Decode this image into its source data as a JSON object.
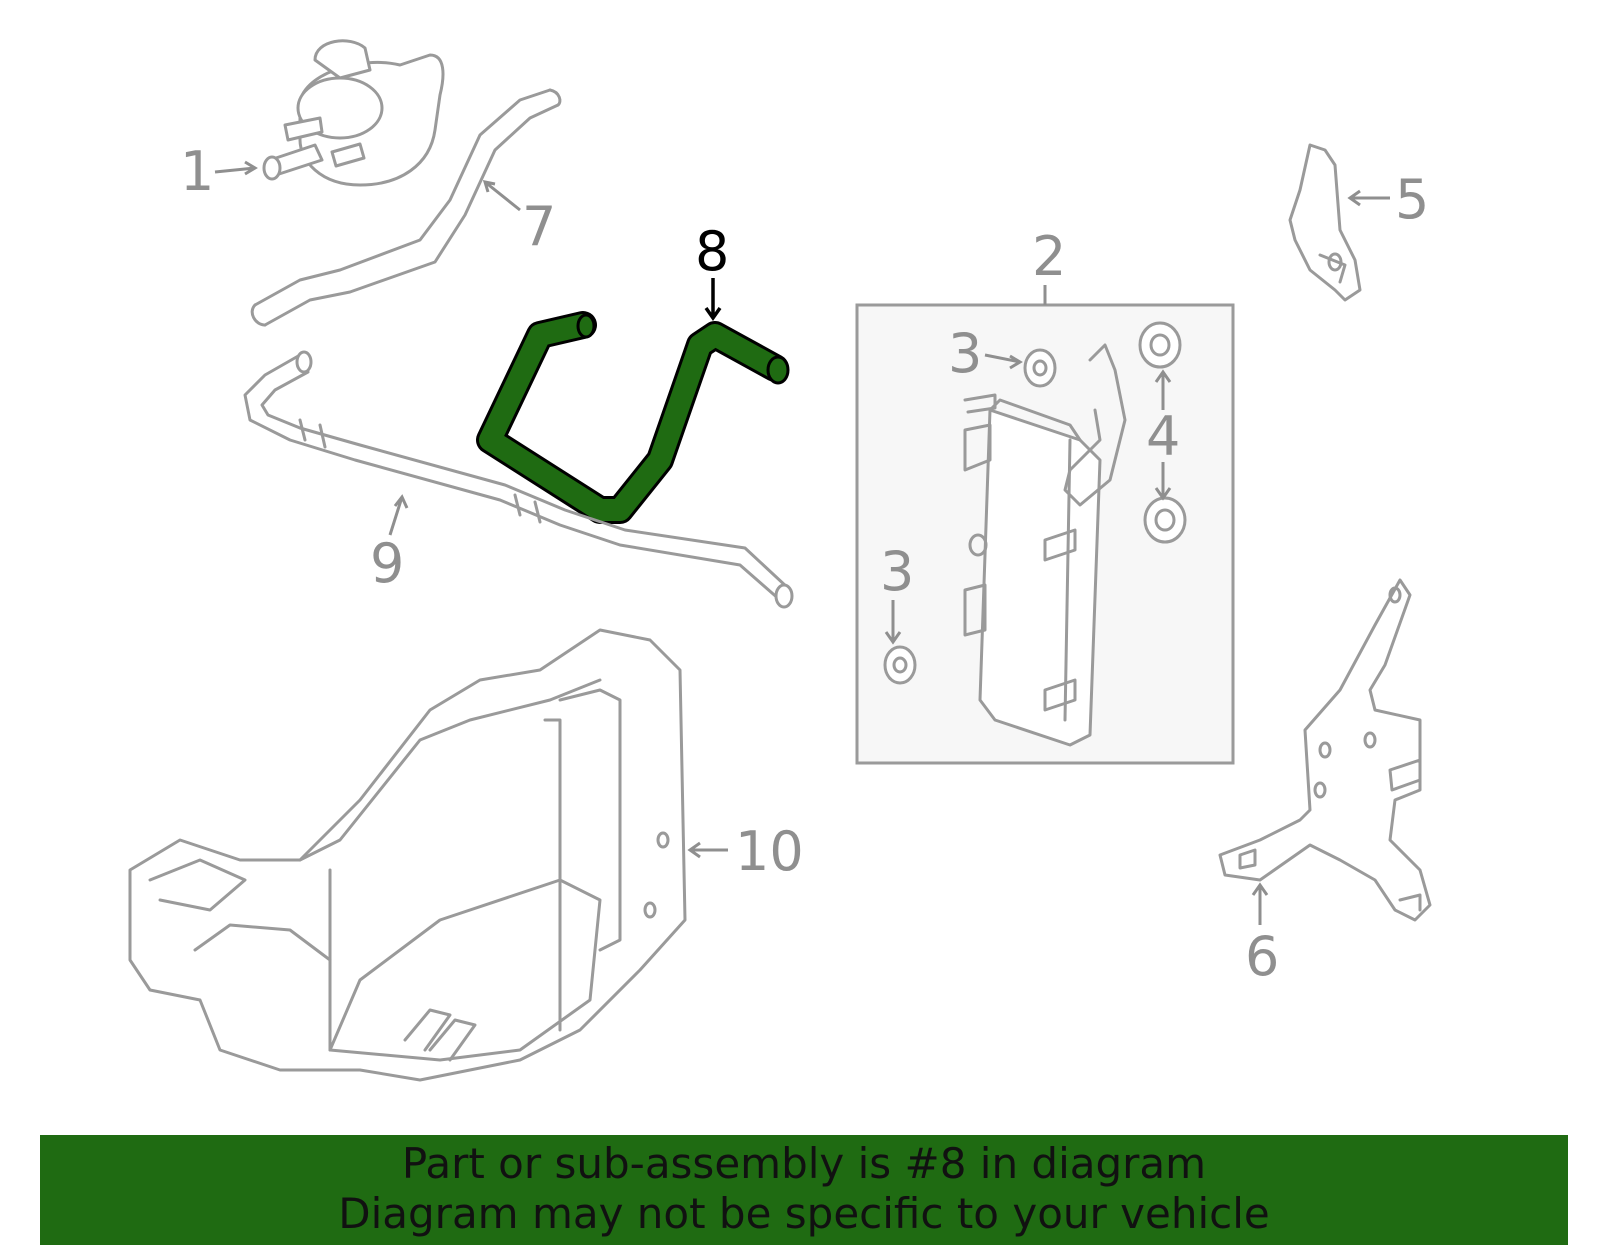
{
  "diagram": {
    "highlight_color": "#1f6b12",
    "callouts": [
      {
        "id": "1",
        "label": "1"
      },
      {
        "id": "2",
        "label": "2"
      },
      {
        "id": "3a",
        "label": "3"
      },
      {
        "id": "3b",
        "label": "3"
      },
      {
        "id": "4",
        "label": "4"
      },
      {
        "id": "5",
        "label": "5"
      },
      {
        "id": "6",
        "label": "6"
      },
      {
        "id": "7",
        "label": "7"
      },
      {
        "id": "8",
        "label": "8"
      },
      {
        "id": "9",
        "label": "9"
      },
      {
        "id": "10",
        "label": "10"
      }
    ],
    "highlighted_part": "8"
  },
  "banner": {
    "line1": "Part or sub-assembly is #8 in diagram",
    "line2": "Diagram may not be specific to your vehicle",
    "background": "#1f6b12"
  }
}
